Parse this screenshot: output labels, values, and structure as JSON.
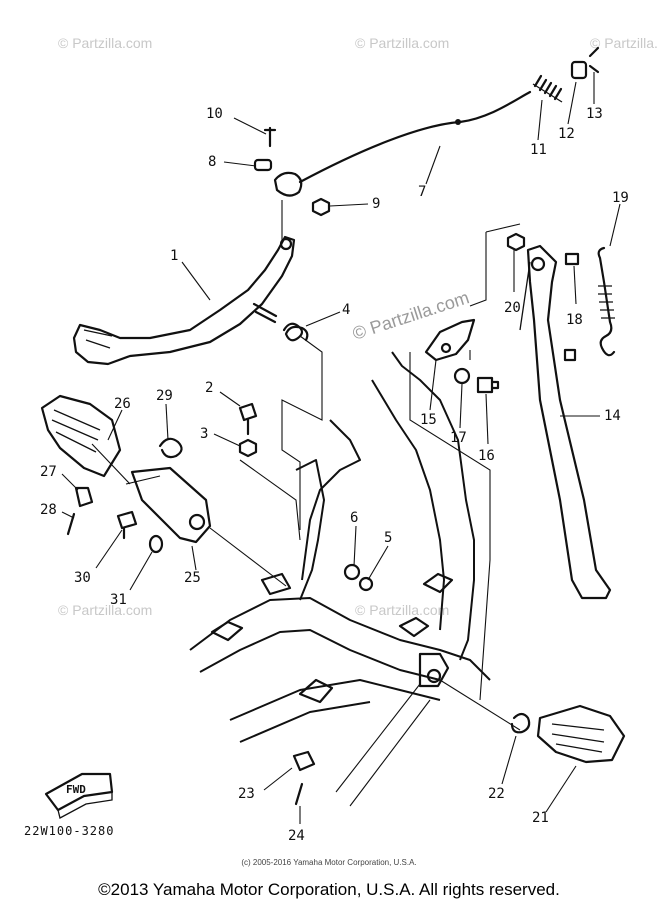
{
  "watermark": {
    "text": "© Partzilla.com",
    "center_text": "© Partzilla.com"
  },
  "callouts": {
    "c1": "1",
    "c2": "2",
    "c3": "3",
    "c4": "4",
    "c5": "5",
    "c6": "6",
    "c7": "7",
    "c8": "8",
    "c9": "9",
    "c10": "10",
    "c11": "11",
    "c12": "12",
    "c13": "13",
    "c14": "14",
    "c15": "15",
    "c16": "16",
    "c17": "17",
    "c18": "18",
    "c19": "19",
    "c20": "20",
    "c21": "21",
    "c22": "22",
    "c23": "23",
    "c24": "24",
    "c25": "25",
    "c26": "26",
    "c27": "27",
    "c28": "28",
    "c29": "29",
    "c30": "30",
    "c31": "31"
  },
  "fwd_label": "FWD",
  "ref_code": "22W100-3280",
  "small_copyright": "(c) 2005-2016 Yamaha Motor Corporation, U.S.A.",
  "footer": "©2013 Yamaha Motor Corporation, U.S.A. All rights reserved."
}
